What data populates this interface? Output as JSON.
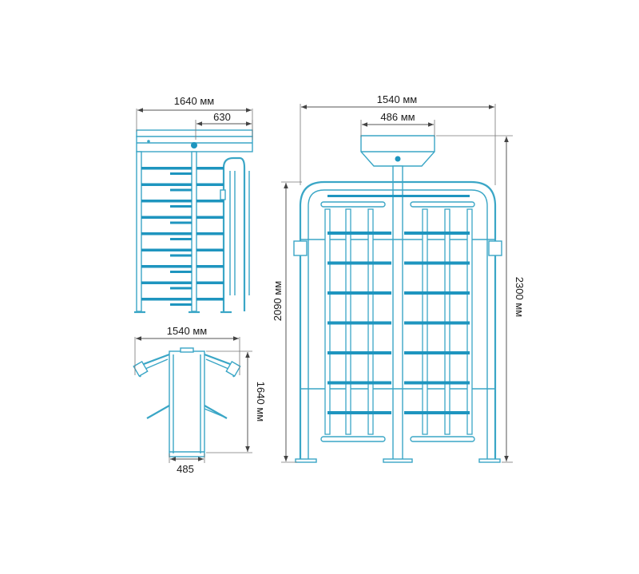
{
  "colors": {
    "line": "#3aa6c6",
    "bar": "#1e95bf",
    "dimension": "#555555",
    "background": "#ffffff"
  },
  "side_view": {
    "overall_width": "1640 мм",
    "inner_width": "630"
  },
  "plan_view": {
    "width": "1540 мм",
    "depth": "1640 мм",
    "post_width": "485"
  },
  "front_view": {
    "overall_width": "1540 мм",
    "head_width": "486 мм",
    "height_total": "2300 мм",
    "height_frame": "2090 мм"
  }
}
